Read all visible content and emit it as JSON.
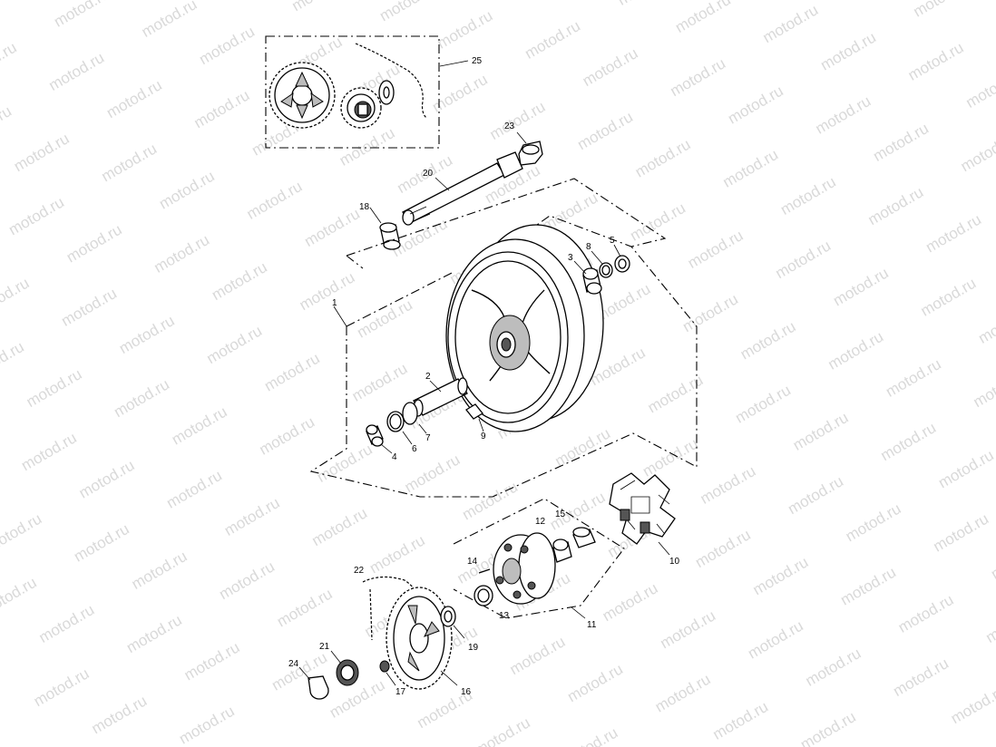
{
  "watermark": "motod.ru",
  "callouts": [
    {
      "id": "c25",
      "text": "25"
    },
    {
      "id": "c23",
      "text": "23"
    },
    {
      "id": "c20",
      "text": "20"
    },
    {
      "id": "c18",
      "text": "18"
    },
    {
      "id": "c3",
      "text": "3"
    },
    {
      "id": "c8",
      "text": "8"
    },
    {
      "id": "c5",
      "text": "5"
    },
    {
      "id": "c1",
      "text": "1"
    },
    {
      "id": "c2",
      "text": "2"
    },
    {
      "id": "c4",
      "text": "4"
    },
    {
      "id": "c6",
      "text": "6"
    },
    {
      "id": "c7",
      "text": "7"
    },
    {
      "id": "c9",
      "text": "9"
    },
    {
      "id": "c12",
      "text": "12"
    },
    {
      "id": "c15",
      "text": "15"
    },
    {
      "id": "c10",
      "text": "10"
    },
    {
      "id": "c14",
      "text": "14"
    },
    {
      "id": "c13",
      "text": "13"
    },
    {
      "id": "c11",
      "text": "11"
    },
    {
      "id": "c22",
      "text": "22"
    },
    {
      "id": "c19",
      "text": "19"
    },
    {
      "id": "c21",
      "text": "21"
    },
    {
      "id": "c24",
      "text": "24"
    },
    {
      "id": "c17",
      "text": "17"
    },
    {
      "id": "c16",
      "text": "16"
    }
  ]
}
